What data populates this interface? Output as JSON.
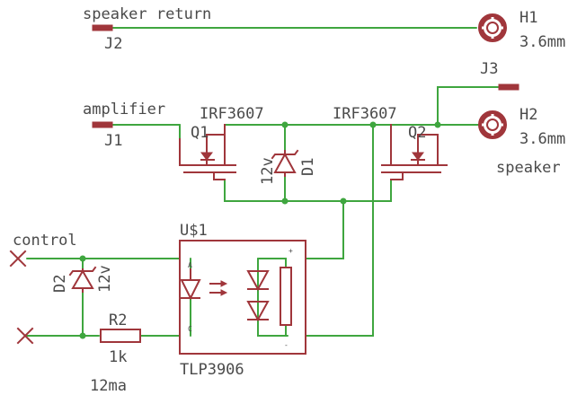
{
  "colors": {
    "wire": "#3fa63f",
    "part": "#a0363b",
    "text": "#4a4a4a",
    "background": "#ffffff"
  },
  "labels": {
    "speaker_return": "speaker return",
    "j2": "J2",
    "h1": "H1",
    "h1_size": "3.6mm",
    "j3": "J3",
    "amplifier": "amplifier",
    "j1": "J1",
    "q1_part": "IRF3607",
    "q1": "Q1",
    "q2_part": "IRF3607",
    "q2": "Q2",
    "h2": "H2",
    "h2_size": "3.6mm",
    "speaker": "speaker",
    "d1": "D1",
    "d1_value": "12v",
    "u1": "U$1",
    "control": "control",
    "d2": "D2",
    "d2_value": "12v",
    "pin_a": "A",
    "pin_c": "C",
    "pin_plus": "+",
    "pin_minus": "-",
    "r2": "R2",
    "r2_value": "1k",
    "current": "12ma",
    "u1_part": "TLP3906"
  }
}
